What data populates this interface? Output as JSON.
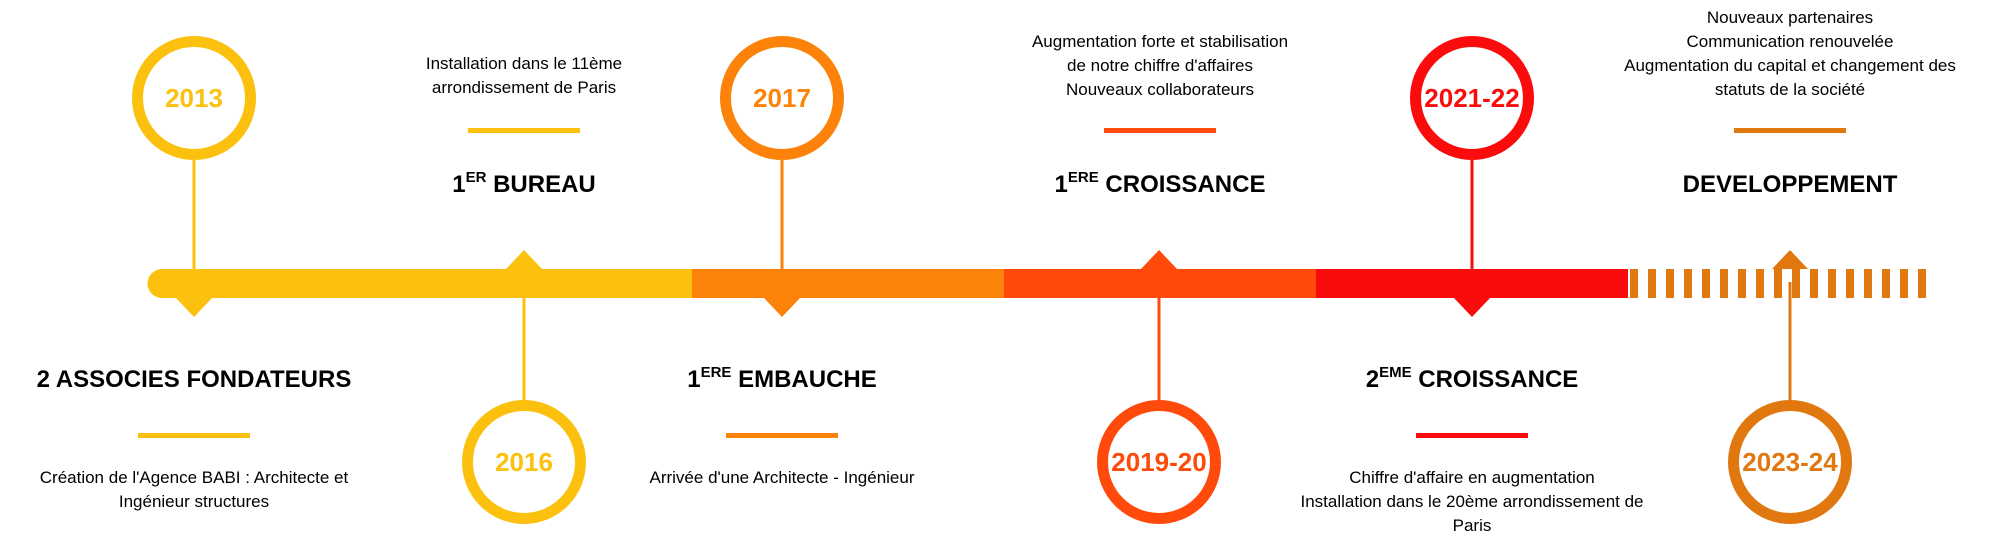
{
  "colors": {
    "yellow": "#FCC10F",
    "orange": "#FC8209",
    "orange_red": "#FF4A0C",
    "red": "#FA0C0C",
    "amber": "#E0780F"
  },
  "milestones": [
    {
      "year": "2013",
      "title": "2 ASSOCIES FONDATEURS",
      "desc_lines": [
        "Création de l'Agence BABI : Architecte et",
        "Ingénieur structures"
      ]
    },
    {
      "year": "2016",
      "title_number": "1",
      "title_sup": "ER",
      "title_text": " BUREAU",
      "desc_lines": [
        "Installation dans le 11ème",
        "arrondissement de Paris"
      ]
    },
    {
      "year": "2017",
      "title_number": "1",
      "title_sup": "ERE",
      "title_text": " EMBAUCHE",
      "desc_lines": [
        "Arrivée d'une Architecte - Ingénieur"
      ]
    },
    {
      "year": "2019-20",
      "title_number": "1",
      "title_sup": "ERE",
      "title_text": " CROISSANCE",
      "desc_lines": [
        "Augmentation forte et stabilisation",
        "de notre chiffre d'affaires",
        "Nouveaux collaborateurs"
      ]
    },
    {
      "year": "2021-22",
      "title_number": "2",
      "title_sup": "EME",
      "title_text": " CROISSANCE",
      "desc_lines": [
        "Chiffre d'affaire en augmentation",
        "Installation dans le 20ème arrondissement de",
        "Paris"
      ]
    },
    {
      "year": "2023-24",
      "title": "DEVELOPPEMENT",
      "desc_lines": [
        "Nouveaux partenaires",
        "Communication renouvelée",
        "Augmentation du capital et changement des",
        "statuts de la société"
      ]
    }
  ]
}
